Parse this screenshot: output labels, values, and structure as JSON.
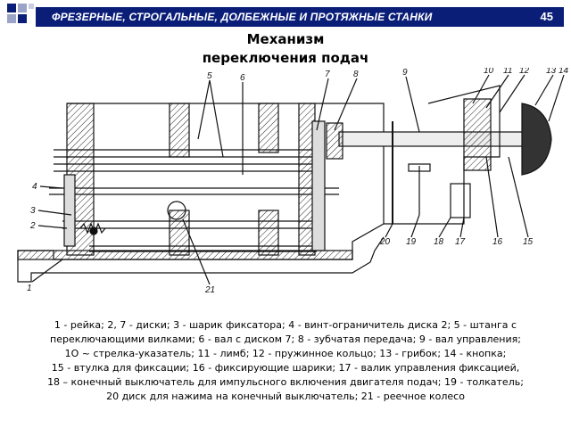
{
  "header": {
    "title": "ФРЕЗЕРНЫЕ, СТРОГАЛЬНЫЕ, ДОЛБЕЖНЫЕ И ПРОТЯЖНЫЕ СТАНКИ",
    "page_number": "45",
    "bar_color": "#0a1e78"
  },
  "slide": {
    "title_line1": "Механизм",
    "title_line2": "переключения подач"
  },
  "drawing": {
    "callouts": [
      "5",
      "6",
      "7",
      "8",
      "9",
      "10",
      "11",
      "12",
      "13",
      "14",
      "4",
      "3",
      "2",
      "1",
      "21",
      "20",
      "19",
      "18",
      "17",
      "16",
      "15"
    ]
  },
  "caption": {
    "lines": [
      "1 - рейка; 2, 7 - диски; 3 - шарик фиксатора; 4 - винт-ограничитель диска 2; 5 - штанга с",
      "переключающими вилками; 6 - вал с диском 7; 8 - зубчатая передача; 9 - вал управления;",
      "1О ~ стрелка-указатель; 11 - лимб; 12 - пружинное кольцо; 13 - грибок; 14 - кнопка;",
      "15 - втулка для фиксации; 16 - фиксирующие шарики; 17 - валик управления фиксацией,",
      "18 – конечный выключатель для импульсного включения двигателя подач; 19 - толкатель;",
      "20    диск для нажима на конечный выключатель; 21 - реечное колесо"
    ]
  }
}
